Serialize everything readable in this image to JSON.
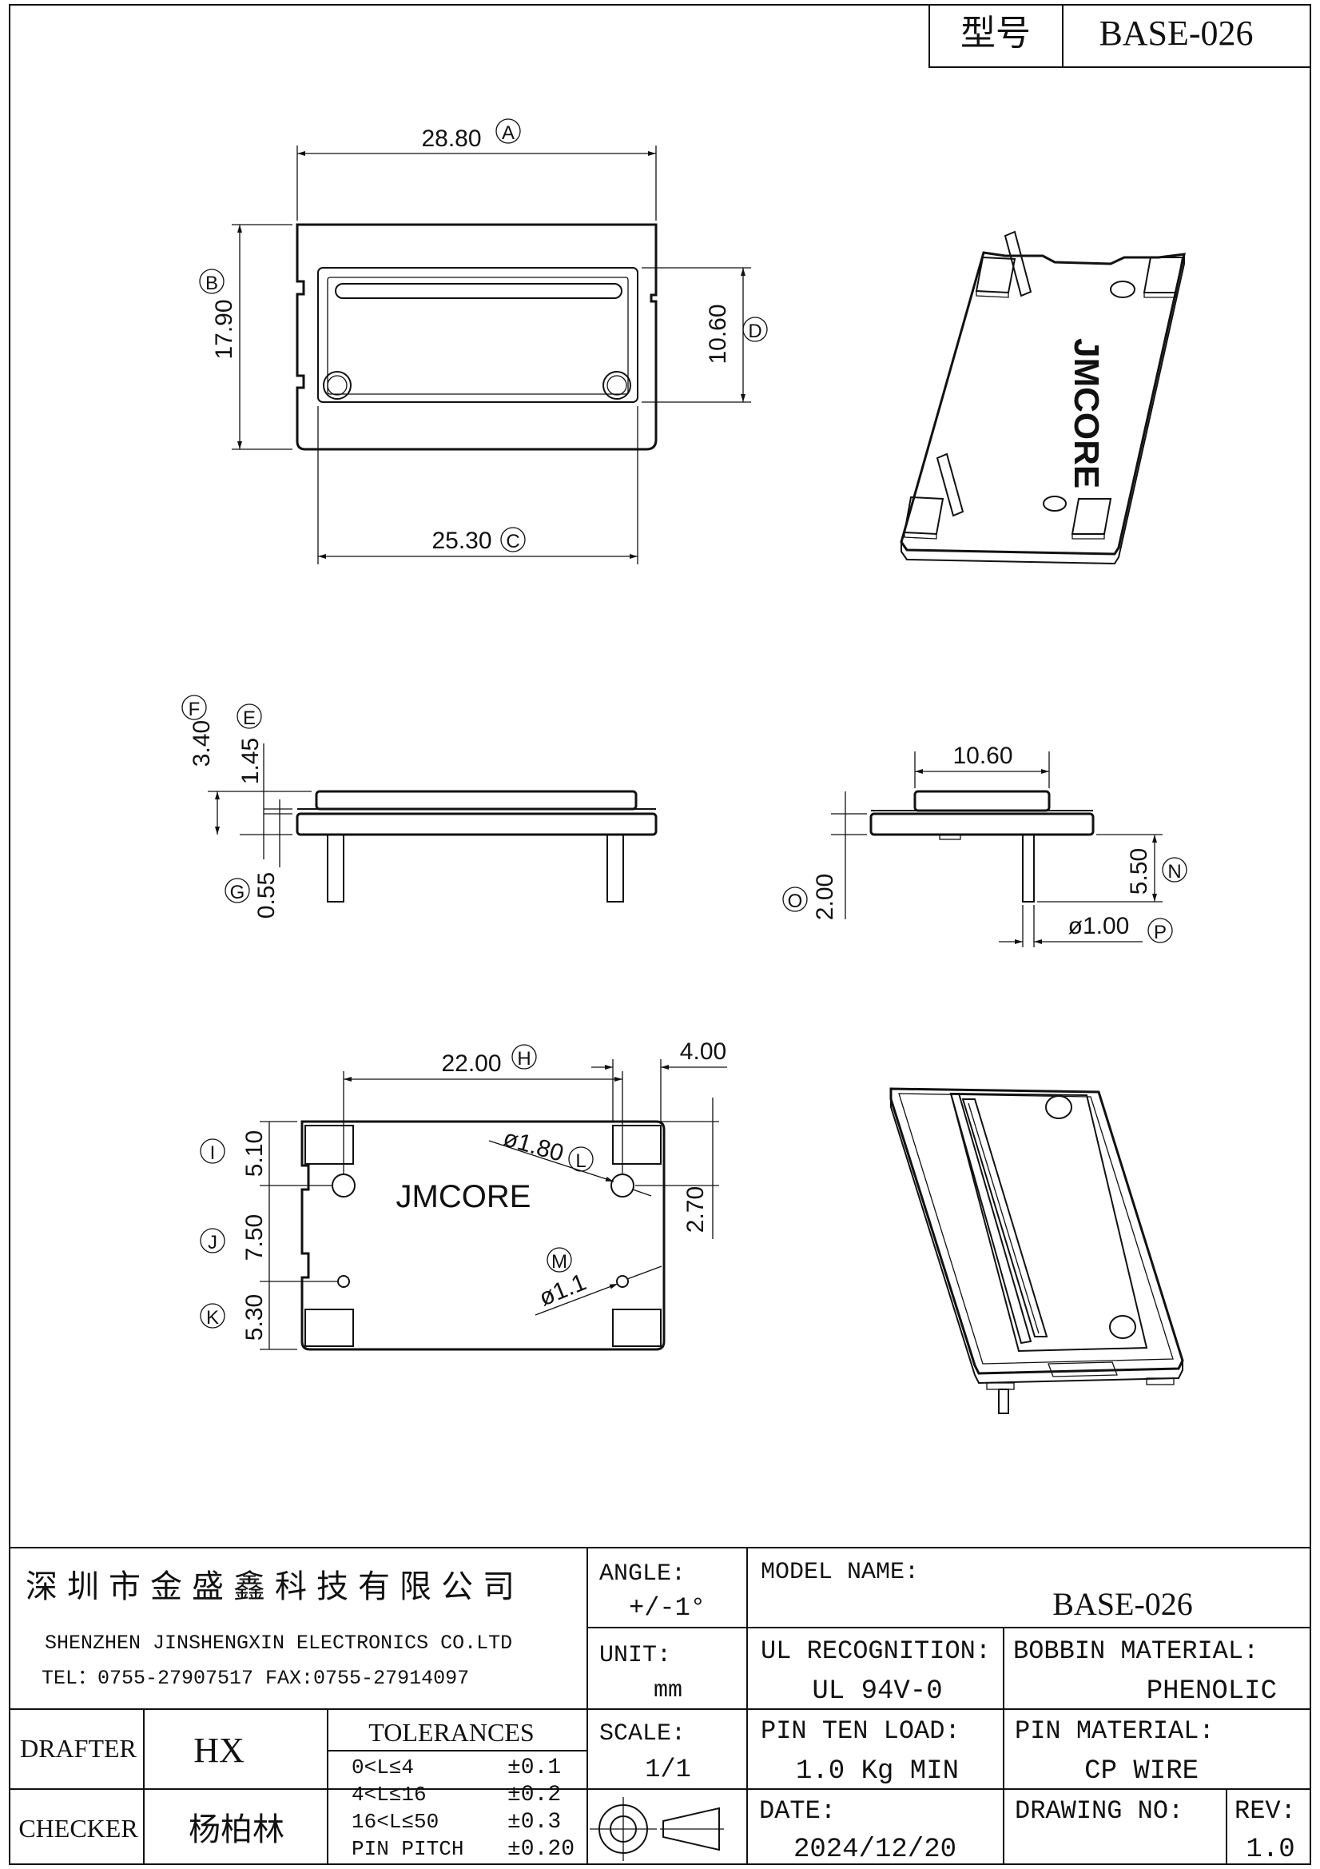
{
  "header": {
    "model_label": "型号",
    "model_value": "BASE-026"
  },
  "top_view": {
    "dim_a": "28.80",
    "tag_a": "A",
    "dim_b": "17.90",
    "tag_b": "B",
    "dim_c": "25.30",
    "tag_c": "C",
    "dim_d": "10.60",
    "tag_d": "D"
  },
  "iso_top": {
    "logo": "JMCORE"
  },
  "side_view": {
    "dim_f": "3.40",
    "tag_f": "F",
    "dim_e": "1.45",
    "tag_e": "E",
    "dim_g": "0.55",
    "tag_g": "G"
  },
  "end_view": {
    "dim_top": "10.60",
    "dim_o": "2.00",
    "tag_o": "O",
    "dim_n": "5.50",
    "tag_n": "N",
    "dim_p": "ø1.00",
    "tag_p": "P"
  },
  "bottom_view": {
    "dim_h": "22.00",
    "tag_h": "H",
    "dim_4": "4.00",
    "dim_i": "5.10",
    "tag_i": "I",
    "dim_j": "7.50",
    "tag_j": "J",
    "dim_k": "5.30",
    "tag_k": "K",
    "dim_l": "ø1.80",
    "tag_l": "L",
    "dim_m": "ø1.1",
    "tag_m": "M",
    "dim_270": "2.70",
    "logo": "JMCORE"
  },
  "title_block": {
    "company_cn": "深圳市金盛鑫科技有限公司",
    "company_en": "SHENZHEN JINSHENGXIN ELECTRONICS   CO.LTD",
    "tel_fax": "TEL：0755-27907517   FAX:0755-27914097",
    "angle_label": "ANGLE:",
    "angle_value": "+/-1°",
    "model_name_label": "MODEL NAME:",
    "model_name_value": "BASE-026",
    "unit_label": "UNIT:",
    "unit_value": "mm",
    "ul_label": "UL RECOGNITION:",
    "ul_value": "UL 94V-0",
    "bobbin_label": "BOBBIN MATERIAL:",
    "bobbin_value": "PHENOLIC",
    "drafter_label": "DRAFTER",
    "drafter_value": "HX",
    "tolerances_label": "TOLERANCES",
    "tol_rows": [
      {
        "range": "0<L≤4",
        "value": "±0.1"
      },
      {
        "range": "4<L≤16",
        "value": "±0.2"
      },
      {
        "range": "16<L≤50",
        "value": "±0.3"
      },
      {
        "range": "PIN PITCH",
        "value": "±0.20"
      }
    ],
    "scale_label": "SCALE:",
    "scale_value": "1/1",
    "pin_load_label": "PIN TEN LOAD:",
    "pin_load_value": "1.0 Kg MIN",
    "pin_mat_label": "PIN MATERIAL:",
    "pin_mat_value": "CP WIRE",
    "checker_label": "CHECKER",
    "checker_value": "杨柏林",
    "date_label": "DATE:",
    "date_value": "2024/12/20",
    "drawing_no_label": "DRAWING NO:",
    "rev_label": "REV:",
    "rev_value": "1.0"
  }
}
